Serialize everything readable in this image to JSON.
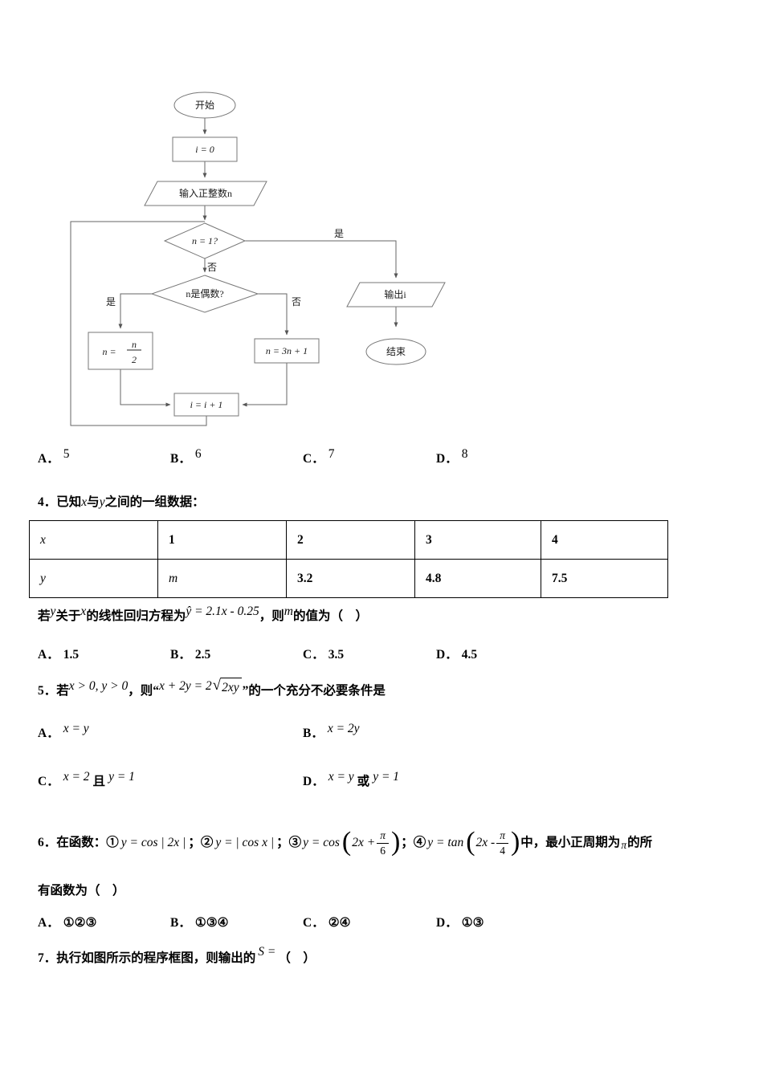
{
  "flowchart": {
    "start": "开始",
    "init": "i = 0",
    "input": "输入正整数n",
    "d1": "n = 1?",
    "yes1": "是",
    "no1": "否",
    "d2": "n是偶数?",
    "yes2": "是",
    "no2": "否",
    "half_prefix": "n =",
    "half_num": "n",
    "half_den": "2",
    "triple": "n = 3n + 1",
    "inc": "i = i + 1",
    "output": "输出i",
    "end": "结束"
  },
  "q3": {
    "options": [
      {
        "label": "A．",
        "value": "5"
      },
      {
        "label": "B．",
        "value": "6"
      },
      {
        "label": "C．",
        "value": "7"
      },
      {
        "label": "D．",
        "value": "8"
      }
    ]
  },
  "q4": {
    "num": "4．",
    "stem_pre": "已知",
    "stem_x": "x",
    "stem_mid": "与",
    "stem_y": "y",
    "stem_post": "之间的一组数据：",
    "table": {
      "row1": [
        "x",
        "1",
        "2",
        "3",
        "4"
      ],
      "row2": [
        "y",
        "m",
        "3.2",
        "4.8",
        "7.5"
      ]
    },
    "fu_1": "若",
    "fu_y": "y",
    "fu_2": "关于",
    "fu_x": "x",
    "fu_3": "的线性回归方程为",
    "formula": "ŷ = 2.1x - 0.25",
    "fu_4": "，则",
    "fu_m": "m",
    "fu_5": "的值为（　）",
    "options": [
      {
        "label": "A．",
        "value": "1.5"
      },
      {
        "label": "B．",
        "value": "2.5"
      },
      {
        "label": "C．",
        "value": "3.5"
      },
      {
        "label": "D．",
        "value": "4.5"
      }
    ]
  },
  "q5": {
    "num": "5．",
    "stem_1": "若",
    "cond": "x > 0, y > 0",
    "stem_2": "，则“",
    "eq_pre": "x + 2y = 2",
    "radicand": "2xy",
    "stem_3": "”的一个充分不必要条件是",
    "optA_label": "A．",
    "optA": "x = y",
    "optB_label": "B．",
    "optB": "x = 2y",
    "optC_label": "C．",
    "optC_1": "x = 2",
    "optC_and": "且",
    "optC_2": "y = 1",
    "optD_label": "D．",
    "optD_1": "x = y",
    "optD_or": "或",
    "optD_2": "y = 1"
  },
  "q6": {
    "num": "6．",
    "s1": "在函数：①",
    "f1": "y = cos | 2x |",
    "s2": "；②",
    "f2": "y = | cos x |",
    "s3": "；③",
    "f3_pre": "y = cos",
    "f3_inner": "2x +",
    "f3_num": "π",
    "f3_den": "6",
    "s4": "；④",
    "f4_pre": "y = tan",
    "f4_inner": "2x -",
    "f4_num": "π",
    "f4_den": "4",
    "s5": "中，最小正周期为",
    "pi": "π",
    "s6": "的所",
    "s7": "有函数为（　）",
    "options": [
      {
        "label": "A．",
        "value": "①②③"
      },
      {
        "label": "B．",
        "value": "①③④"
      },
      {
        "label": "C．",
        "value": "②④"
      },
      {
        "label": "D．",
        "value": "①③"
      }
    ]
  },
  "q7": {
    "num": "7．",
    "stem": "执行如图所示的程序框图，则输出的",
    "s_eq": "S =",
    "paren": "（　）"
  }
}
